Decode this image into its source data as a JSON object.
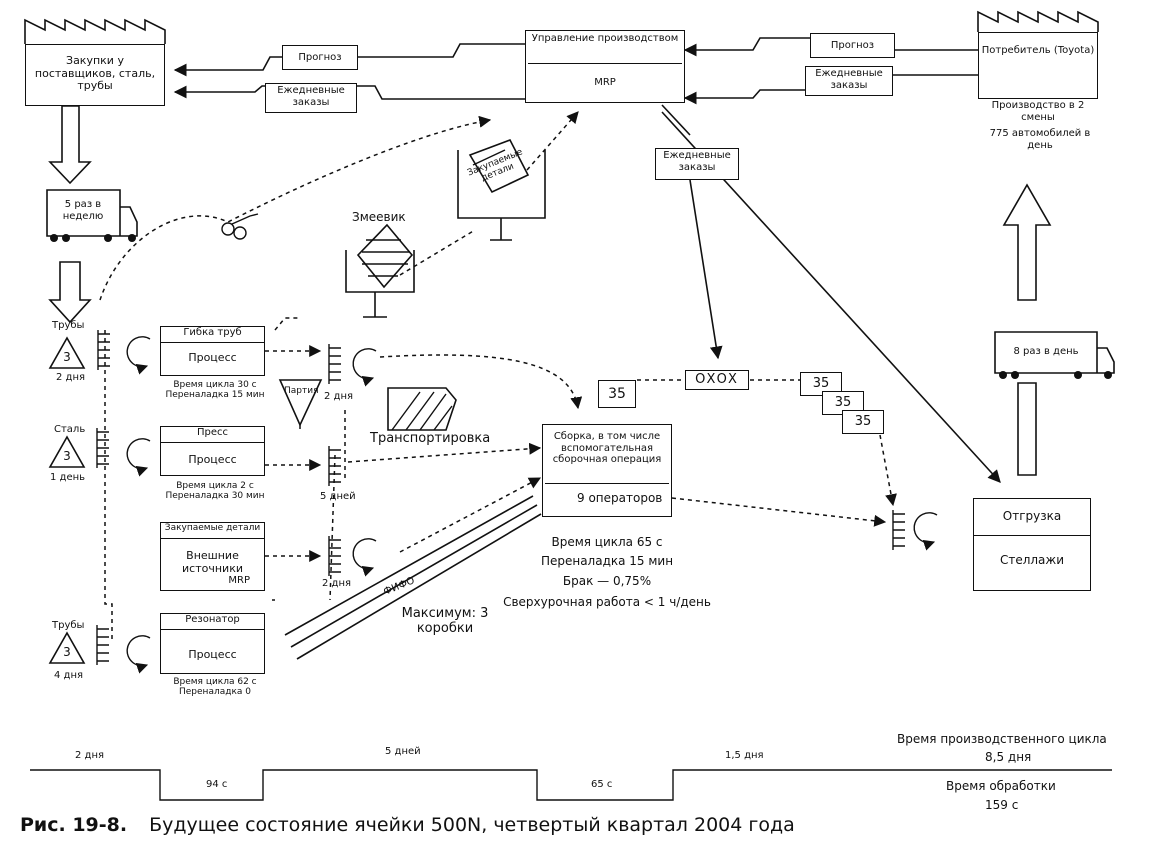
{
  "supplier": {
    "title": "Закупки у поставщиков, сталь, трубы"
  },
  "truck_in": {
    "label": "5 раз в неделю"
  },
  "control": {
    "title": "Управление производством",
    "sub": "MRP"
  },
  "customer": {
    "title": "Потребитель (Toyota)",
    "info1": "Производство в 2 смены",
    "info2": "775 автомобилей в день"
  },
  "truck_out": {
    "label": "8 раз в день"
  },
  "flags": {
    "forecast_left": "Прогноз",
    "daily_left": "Ежедневные заказы",
    "forecast_right": "Прогноз",
    "daily_right": "Ежедневные заказы",
    "daily_mid": "Ежедневные заказы"
  },
  "purchased_bin": {
    "label": "Закупаемые детали"
  },
  "coil": {
    "label": "Змеевик"
  },
  "processes": {
    "bending": {
      "name": "Гибка труб",
      "body": "Процесс",
      "info": "Время цикла 30 с Переналадка 15 мин"
    },
    "press": {
      "name": "Пресс",
      "body": "Процесс",
      "info": "Время цикла 2 с Переналадка 30 мин"
    },
    "purchased": {
      "name": "Закупаемые детали",
      "body": "Внешние источники",
      "sub": "MRP"
    },
    "resonator": {
      "name": "Резонатор",
      "body": "Процесс",
      "info": "Время цикла 62 с Переналадка 0"
    }
  },
  "inventory": {
    "pipes1": {
      "label": "Трубы",
      "qty": "3",
      "days": "2 дня"
    },
    "steel": {
      "label": "Сталь",
      "qty": "3",
      "days": "1 день"
    },
    "pipes2": {
      "label": "Трубы",
      "qty": "3",
      "days": "4 дня"
    }
  },
  "batch": {
    "label": "Партия"
  },
  "supermarkets": {
    "s1": "2 дня",
    "s2": "5 дней",
    "s3": "2 дня"
  },
  "transport": {
    "label": "Транспортировка"
  },
  "fifo": {
    "label": "ФИФО",
    "max": "Максимум: 3 коробки"
  },
  "assembly": {
    "title": "Сборка, в том числе вспомогательная сборочная операция",
    "operators": "9 операторов",
    "info": [
      "Время цикла 65 с",
      "Переналадка 15 мин",
      "Брак — 0,75%",
      "Сверхурочная работа < 1 ч/день"
    ]
  },
  "kanban": {
    "k1": "35",
    "k2": "35",
    "k3": "35",
    "k4": "35",
    "load": "OXOX"
  },
  "shipping": {
    "title": "Отгрузка",
    "body": "Стеллажи"
  },
  "timeline": {
    "d1": "2 дня",
    "d2": "5 дней",
    "d3": "1,5 дня",
    "t1": "94 с",
    "t2": "65 с",
    "lead_label": "Время производственного цикла",
    "lead_value": "8,5 дня",
    "proc_label": "Время обработки",
    "proc_value": "159 с"
  },
  "caption": {
    "number": "Рис. 19-8.",
    "text": "Будущее состояние ячейки 500N, четвертый квартал 2004 года"
  }
}
